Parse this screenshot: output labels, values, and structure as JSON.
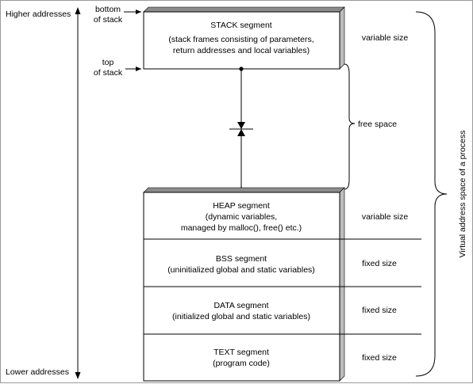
{
  "address_axis": {
    "higher": "Higher addresses",
    "lower": "Lower addresses"
  },
  "stack_pointers": {
    "bottom_line1": "bottom",
    "bottom_line2": "of stack",
    "top_line1": "top",
    "top_line2": "of stack"
  },
  "segments": {
    "stack": {
      "title": "STACK segment",
      "desc_line1": "(stack frames consisting of parameters,",
      "desc_line2": "return addresses and local variables)",
      "size": "variable size"
    },
    "heap": {
      "title": "HEAP segment",
      "desc_line1": "(dynamic variables,",
      "desc_line2": "managed by malloc(), free() etc.)",
      "size": "variable size"
    },
    "bss": {
      "title": "BSS segment",
      "desc_line1": "(uninitialized global and static variables)",
      "size": "fixed size"
    },
    "data": {
      "title": "DATA segment",
      "desc_line1": "(initialized global and static variables)",
      "size": "fixed size"
    },
    "text": {
      "title": "TEXT segment",
      "desc_line1": "(program code)",
      "size": "fixed size"
    }
  },
  "free_space": "free space",
  "virtual_space": "Virtual address space of a process",
  "colors": {
    "box_fill": "#ffffff",
    "shadow_fill": "#bdbdbd",
    "top_fill": "#8c8c8c",
    "line": "#000000"
  }
}
